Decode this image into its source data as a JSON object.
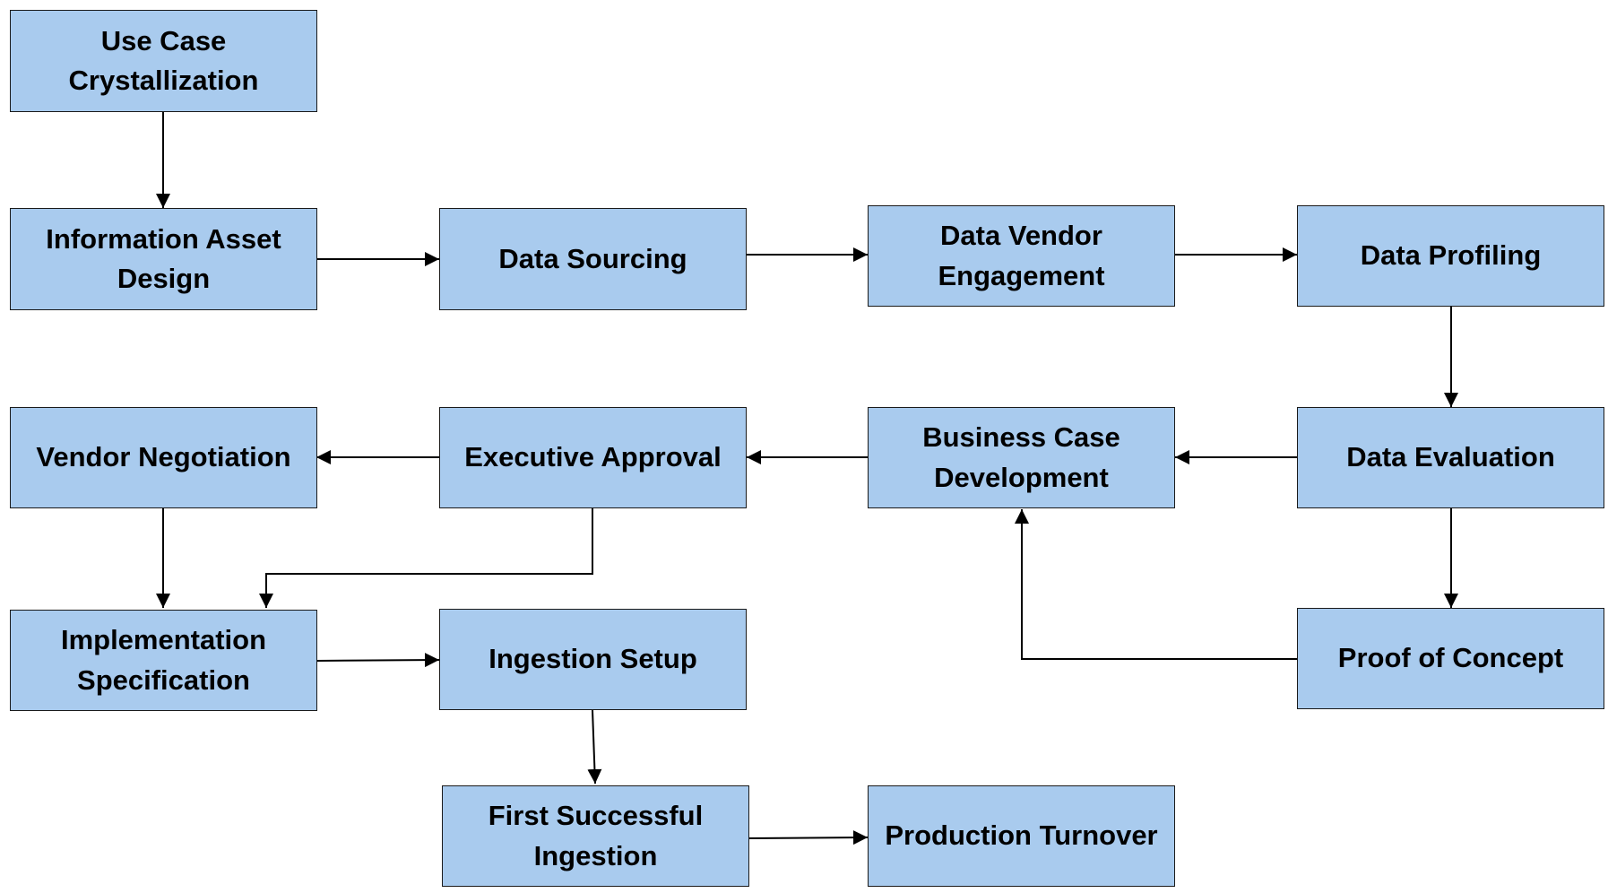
{
  "diagram": {
    "colors": {
      "box_fill": "#a9cbee",
      "box_border": "#1a1a1a",
      "line": "#000000",
      "background": "#ffffff"
    },
    "nodes": {
      "use_case_crystallization": "Use Case Crystallization",
      "information_asset_design": "Information Asset Design",
      "data_sourcing": "Data Sourcing",
      "data_vendor_engagement": "Data Vendor Engagement",
      "data_profiling": "Data Profiling",
      "vendor_negotiation": "Vendor Negotiation",
      "executive_approval": "Executive Approval",
      "business_case_development": "Business Case Development",
      "data_evaluation": "Data Evaluation",
      "implementation_specification": "Implementation Specification",
      "ingestion_setup": "Ingestion Setup",
      "proof_of_concept": "Proof of Concept",
      "first_successful_ingestion": "First Successful Ingestion",
      "production_turnover": "Production Turnover"
    },
    "edges": [
      {
        "from": "use_case_crystallization",
        "to": "information_asset_design"
      },
      {
        "from": "information_asset_design",
        "to": "data_sourcing"
      },
      {
        "from": "data_sourcing",
        "to": "data_vendor_engagement"
      },
      {
        "from": "data_vendor_engagement",
        "to": "data_profiling"
      },
      {
        "from": "data_profiling",
        "to": "data_evaluation"
      },
      {
        "from": "data_evaluation",
        "to": "business_case_development"
      },
      {
        "from": "data_evaluation",
        "to": "proof_of_concept"
      },
      {
        "from": "proof_of_concept",
        "to": "business_case_development"
      },
      {
        "from": "business_case_development",
        "to": "executive_approval"
      },
      {
        "from": "executive_approval",
        "to": "vendor_negotiation"
      },
      {
        "from": "executive_approval",
        "to": "implementation_specification"
      },
      {
        "from": "vendor_negotiation",
        "to": "implementation_specification"
      },
      {
        "from": "implementation_specification",
        "to": "ingestion_setup"
      },
      {
        "from": "ingestion_setup",
        "to": "first_successful_ingestion"
      },
      {
        "from": "first_successful_ingestion",
        "to": "production_turnover"
      }
    ]
  }
}
